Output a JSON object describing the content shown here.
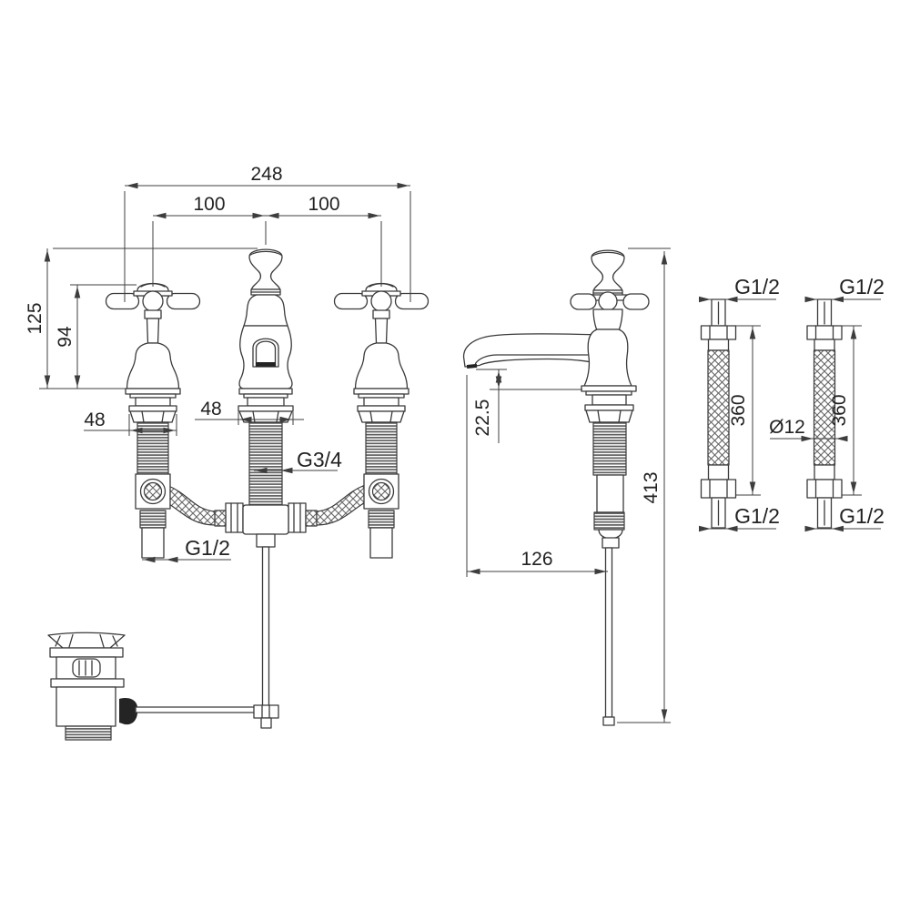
{
  "drawing_labels": {
    "front": {
      "overall_width": "248",
      "spacing_left": "100",
      "spacing_right": "100",
      "spout_height": "125",
      "handle_height": "94",
      "valve_base_width": "48",
      "spout_base_width": "48",
      "spout_shank_thread": "G3/4",
      "valve_tail_thread": "G1/2"
    },
    "side": {
      "spout_to_deck": "22.5",
      "overall_height": "413",
      "spout_reach": "126"
    },
    "hoses": {
      "left": {
        "top_thread": "G1/2",
        "length": "360",
        "bottom_thread": "G1/2"
      },
      "right": {
        "top_thread": "G1/2",
        "length": "360",
        "bottom_thread": "G1/2",
        "diameter": "Ø12"
      }
    }
  },
  "colors": {
    "line": "#3a3a3a",
    "dimension": "#3f3f3f",
    "background": "#ffffff",
    "dark_fill": "#222222"
  }
}
